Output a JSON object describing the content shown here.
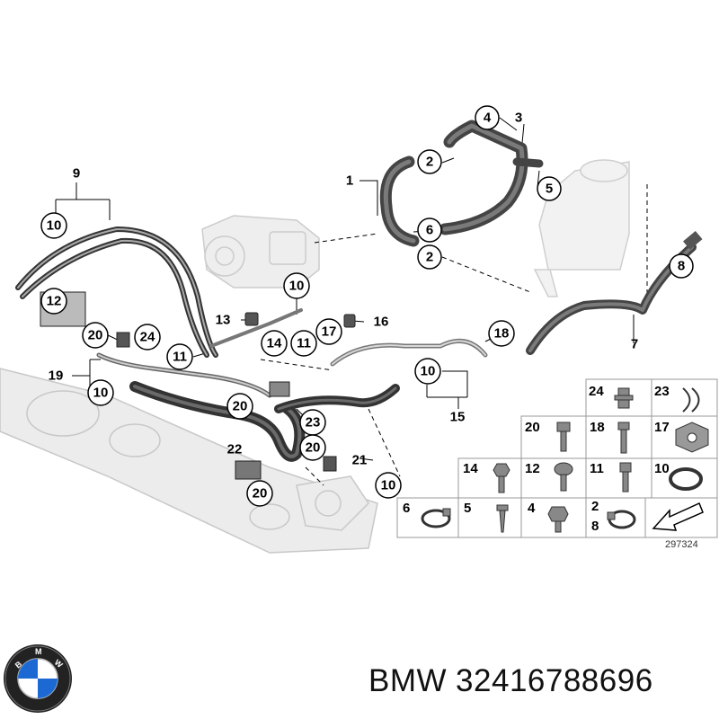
{
  "diagram": {
    "callouts": {
      "c1": "1",
      "c2a": "2",
      "c2b": "2",
      "c3": "3",
      "c4": "4",
      "c5": "5",
      "c6": "6",
      "c7": "7",
      "c8": "8",
      "c9": "9",
      "c10a": "10",
      "c10b": "10",
      "c10c": "10",
      "c10d": "10",
      "c10e": "10",
      "c11a": "11",
      "c11b": "11",
      "c12": "12",
      "c13": "13",
      "c14": "14",
      "c15": "15",
      "c16": "16",
      "c17": "17",
      "c18": "18",
      "c19": "19",
      "c20a": "20",
      "c20b": "20",
      "c20c": "20",
      "c20d": "20",
      "c21": "21",
      "c22": "22",
      "c23": "23",
      "c24": "24"
    },
    "legend": {
      "r1": [
        "24",
        "23"
      ],
      "r2": [
        "20",
        "18",
        "17"
      ],
      "r3": [
        "14",
        "12",
        "11",
        "10"
      ],
      "r4": [
        "6",
        "5",
        "4",
        "2",
        "8"
      ]
    },
    "diagram_id": "297324"
  },
  "footer": {
    "brand": "BMW",
    "part_number": "32416788696"
  }
}
